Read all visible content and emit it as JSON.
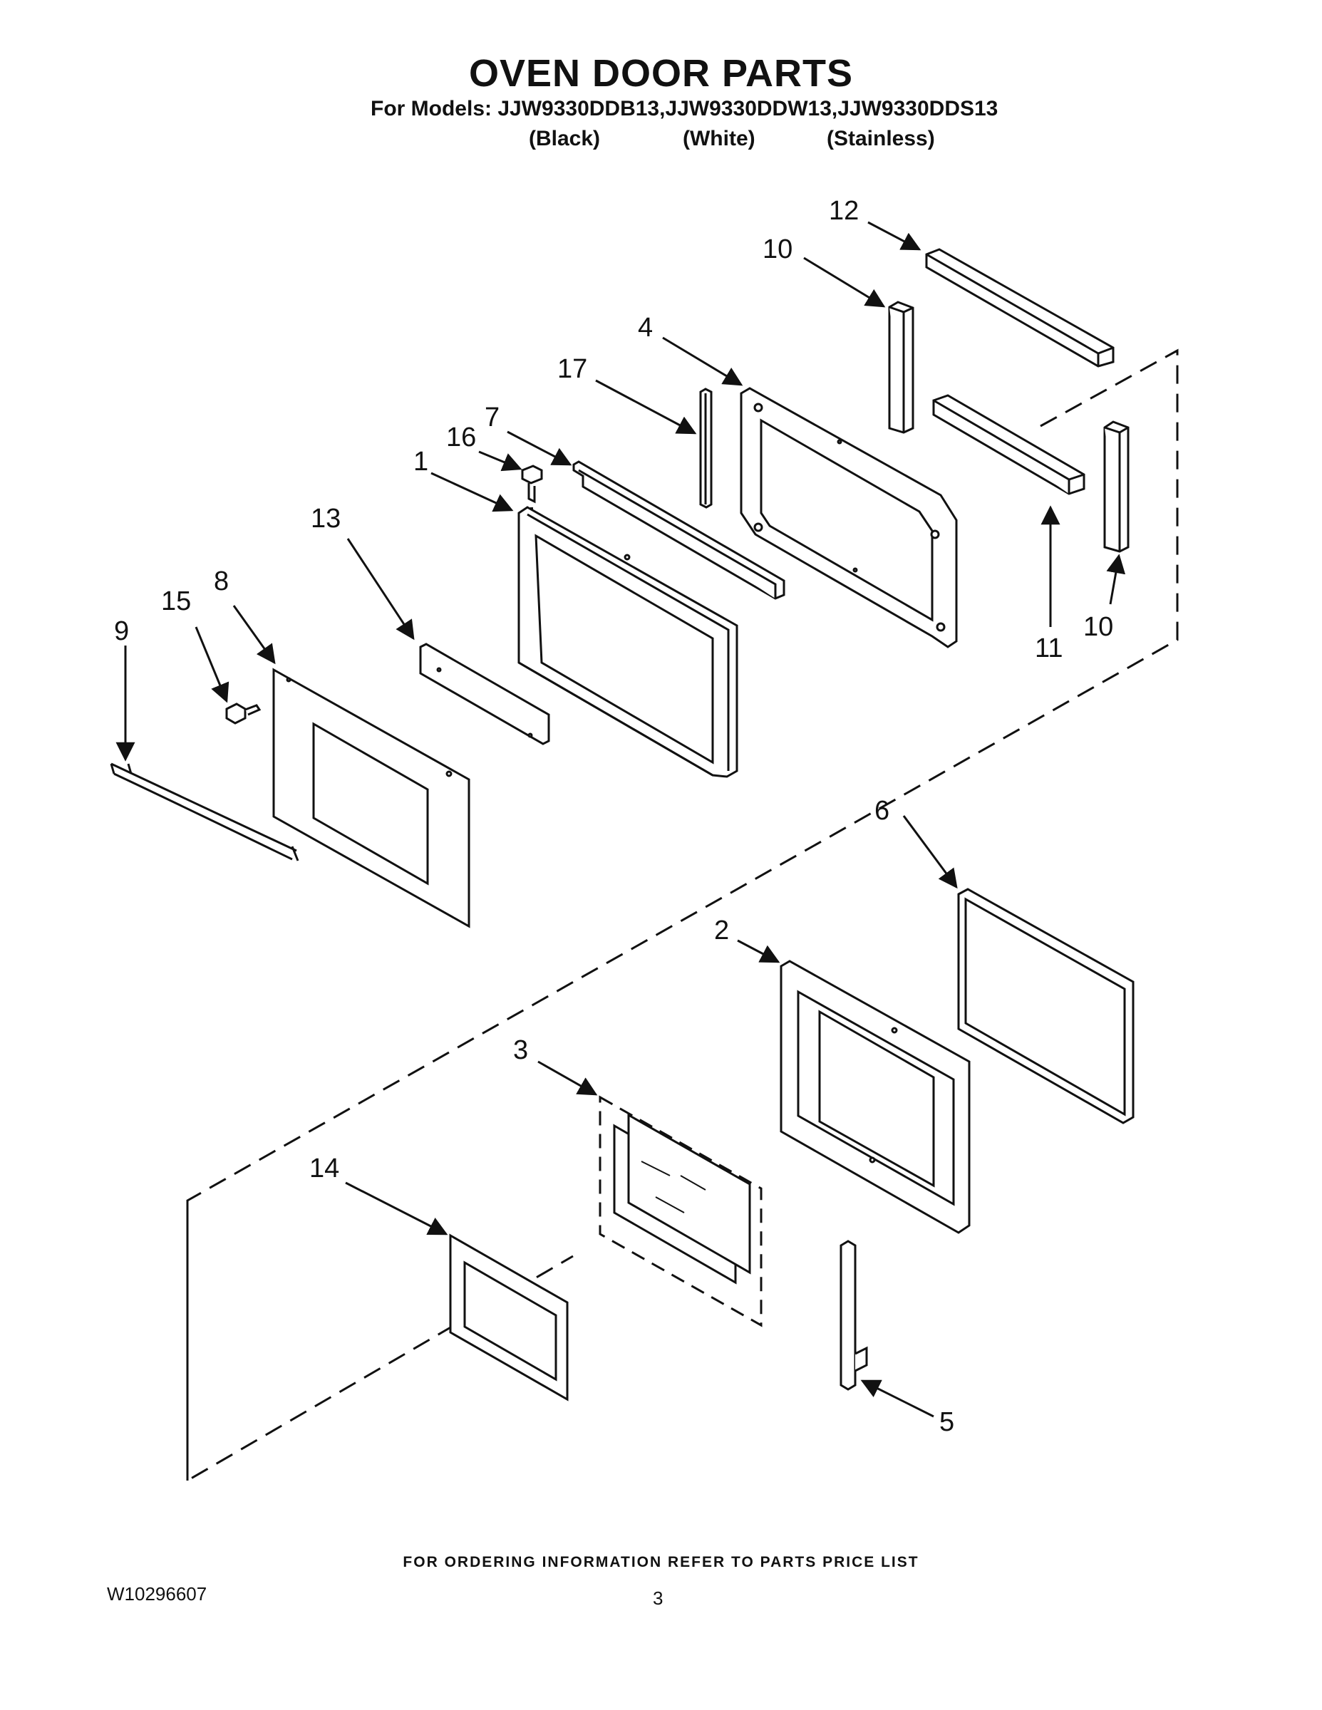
{
  "header": {
    "title": "OVEN DOOR PARTS",
    "models": "For Models: JJW9330DDB13,JJW9330DDW13,JJW9330DDS13",
    "finish_black": "(Black)",
    "finish_white": "(White)",
    "finish_stainless": "(Stainless)"
  },
  "callouts": [
    "1",
    "2",
    "3",
    "4",
    "5",
    "6",
    "7",
    "8",
    "9",
    "10",
    "10",
    "11",
    "12",
    "13",
    "14",
    "15",
    "16",
    "17"
  ],
  "footer": {
    "ordering": "FOR ORDERING INFORMATION REFER TO PARTS PRICE LIST",
    "doc_number": "W10296607",
    "page_number": "3"
  }
}
